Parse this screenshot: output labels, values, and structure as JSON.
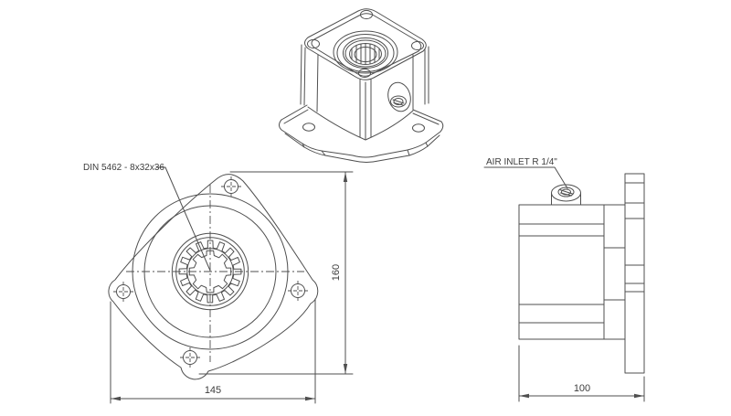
{
  "page": {
    "background": "#ffffff"
  },
  "drawing": {
    "line_color": "#4f4f4f",
    "text_color": "#3d3d3d",
    "labels": {
      "spline_spec": "DIN 5462 - 8x32x36",
      "air_inlet": "AIR INLET R 1/4\""
    },
    "dimensions": {
      "front_height": "160",
      "front_width": "145",
      "side_depth": "100"
    }
  }
}
